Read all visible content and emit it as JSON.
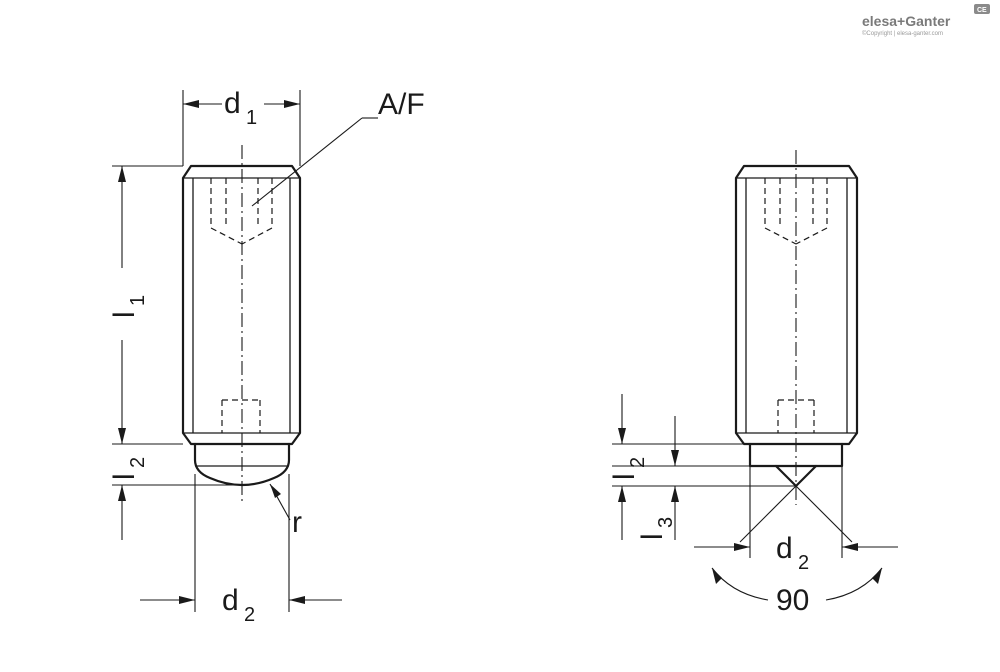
{
  "brand": {
    "logo_text": "elesa+Ganter",
    "copyright": "©Copyright | elesa-ganter.com",
    "badge": "CE"
  },
  "left_view": {
    "d1": {
      "main": "d",
      "sub": "1"
    },
    "af": "A/F",
    "l1": {
      "main": "l",
      "sub": "1"
    },
    "l2": {
      "main": "l",
      "sub": "2"
    },
    "r": "r",
    "d2": {
      "main": "d",
      "sub": "2"
    }
  },
  "right_view": {
    "l2": {
      "main": "l",
      "sub": "2"
    },
    "l3": {
      "main": "l",
      "sub": "3"
    },
    "d2": {
      "main": "d",
      "sub": "2"
    },
    "angle": "90"
  }
}
